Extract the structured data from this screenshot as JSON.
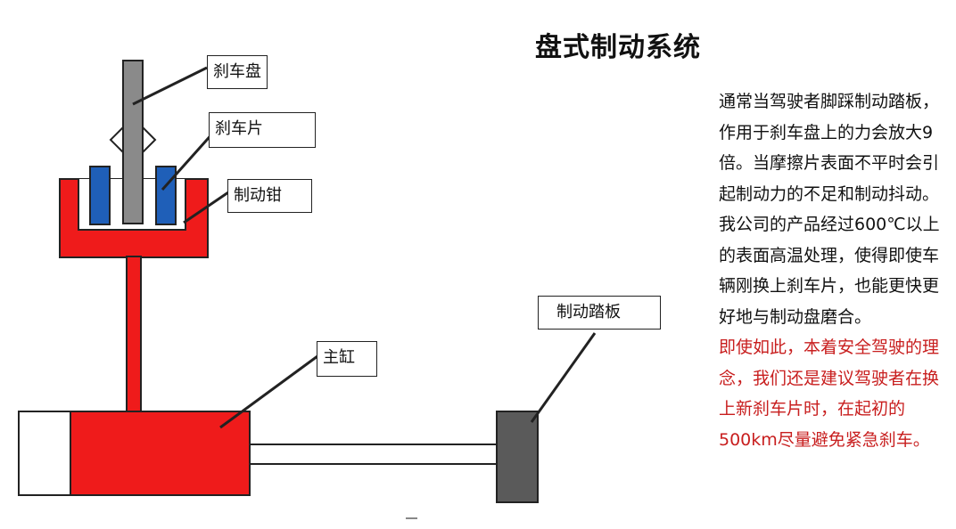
{
  "title": "盘式制动系统",
  "labels": {
    "disc": "刹车盘",
    "pads": "刹车片",
    "caliper": "制动钳",
    "master_cylinder": "主缸",
    "pedal": "制动踏板"
  },
  "description": {
    "para1": "通常当驾驶者脚踩制动踏板，作用于刹车盘上的力会放大9倍。当摩擦片表面不平时会引起制动力的不足和制动抖动。我公司的产品经过600℃以上的表面高温处理，使得即使车辆刚换上刹车片，也能更快更好地与制动盘磨合。",
    "para2": "即使如此，本着安全驾驶的理念，我们还是建议驾驶者在换上新刹车片时，在起初的500km尽量避免紧急刹车。"
  },
  "colors": {
    "red": "#ef1b1b",
    "pad_blue": "#1f5fb8",
    "disc_gray": "#8a8a8a",
    "pedal_gray": "#5a5a5a",
    "text_red": "#c81e1e"
  }
}
